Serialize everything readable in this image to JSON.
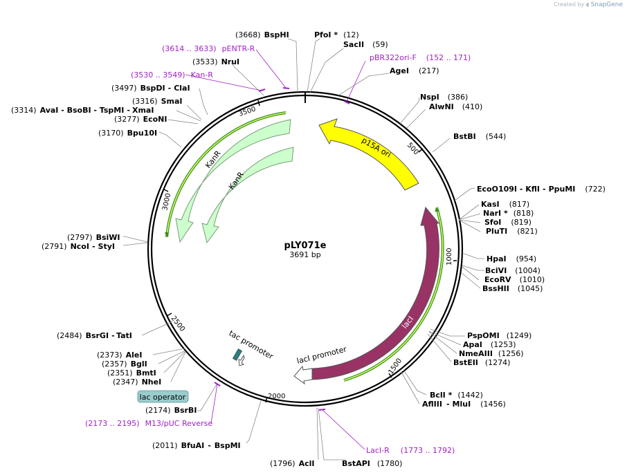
{
  "app": {
    "credit_prefix": "Created by",
    "credit_brand": "SnapGene"
  },
  "plasmid": {
    "name": "pLY071e",
    "size": "3691 bp"
  },
  "ticks": [
    "500",
    "1000",
    "1500",
    "2000",
    "2500",
    "3000",
    "3500"
  ],
  "features": [
    {
      "id": "p15a",
      "label": "p15A ori",
      "color": "#ffff00"
    },
    {
      "id": "kanr-outer",
      "label": "KanR",
      "color": "#ccffcc"
    },
    {
      "id": "kanr-inner",
      "label": "KanR",
      "color": "#ccffcc"
    },
    {
      "id": "laci",
      "label": "lacI",
      "color": "#993366"
    },
    {
      "id": "laci-promoter",
      "label": "lacI promoter",
      "color": "#ffffff"
    },
    {
      "id": "tac-promoter",
      "label": "tac promoter",
      "color": "#ffffff"
    },
    {
      "id": "lac-operator",
      "label": "lac operator",
      "color": "#99cccc"
    }
  ],
  "sites": [
    {
      "name": "BspHI",
      "pos": "(3668)"
    },
    {
      "name": "PfoI *",
      "pos": "(12)"
    },
    {
      "name": "SacII",
      "pos": "(59)"
    },
    {
      "name": "AgeI",
      "pos": "(217)"
    },
    {
      "name": "NruI",
      "pos": "(3533)"
    },
    {
      "name": "ClaI",
      "pos": "(3497)",
      "prefix": "BspDI"
    },
    {
      "name": "SmaI",
      "pos": "(3316)"
    },
    {
      "name": "XmaI",
      "pos": "(3314)",
      "prefix": "AvaI - BsoBI - TspMI"
    },
    {
      "name": "EcoNI",
      "pos": "(3277)"
    },
    {
      "name": "Bpu10I",
      "pos": "(3170)"
    },
    {
      "name": "NspI",
      "pos": "(386)"
    },
    {
      "name": "AlwNI",
      "pos": "(410)"
    },
    {
      "name": "BstBI",
      "pos": "(544)"
    },
    {
      "name": "PpuMI",
      "pos": "(722)",
      "prefix": "EcoO109I - KflI"
    },
    {
      "name": "KasI",
      "pos": "(817)"
    },
    {
      "name": "NarI *",
      "pos": "(818)"
    },
    {
      "name": "SfoI",
      "pos": "(819)"
    },
    {
      "name": "PluTI",
      "pos": "(821)"
    },
    {
      "name": "HpaI",
      "pos": "(954)"
    },
    {
      "name": "BciVI",
      "pos": "(1004)"
    },
    {
      "name": "EcoRV",
      "pos": "(1010)"
    },
    {
      "name": "BssHII",
      "pos": "(1045)"
    },
    {
      "name": "BsiWI",
      "pos": "(2797)"
    },
    {
      "name": "StyI",
      "pos": "(2791)",
      "prefix": "NcoI"
    },
    {
      "name": "PspOMI",
      "pos": "(1249)"
    },
    {
      "name": "ApaI",
      "pos": "(1253)"
    },
    {
      "name": "NmeAIII",
      "pos": "(1256)"
    },
    {
      "name": "BstEII",
      "pos": "(1274)"
    },
    {
      "name": "BclI *",
      "pos": "(1442)"
    },
    {
      "name": "MluI",
      "pos": "(1456)",
      "prefix": "AflIII"
    },
    {
      "name": "TatI",
      "pos": "(2484)",
      "prefix": "BsrGI"
    },
    {
      "name": "AleI",
      "pos": "(2373)"
    },
    {
      "name": "BglI",
      "pos": "(2357)"
    },
    {
      "name": "BmtI",
      "pos": "(2351)"
    },
    {
      "name": "NheI",
      "pos": "(2347)"
    },
    {
      "name": "BsrBI",
      "pos": "(2174)"
    },
    {
      "name": "BspMI",
      "pos": "(2011)",
      "prefix": "BfuAI"
    },
    {
      "name": "AclI",
      "pos": "(1796)"
    },
    {
      "name": "BstAPI",
      "pos": "(1780)"
    }
  ],
  "primers": [
    {
      "name": "pENTR-R",
      "range": "(3614 .. 3633)"
    },
    {
      "name": "Kan-R",
      "range": "(3530 .. 3549)"
    },
    {
      "name": "pBR322ori-F",
      "range": "(152 .. 171)"
    },
    {
      "name": "M13/pUC Reverse",
      "range": "(2173 .. 2195)"
    },
    {
      "name": "LacI-R",
      "range": "(1773 .. 1792)"
    }
  ]
}
